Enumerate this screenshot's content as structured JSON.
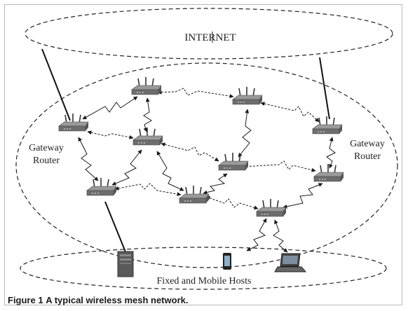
{
  "figure": {
    "number_label": "Figure 1",
    "caption": "A typical wireless mesh network."
  },
  "labels": {
    "internet": "INTERNET",
    "gateway_left_1": "Gateway",
    "gateway_left_2": "Router",
    "gateway_right_1": "Gateway",
    "gateway_right_2": "Router",
    "hosts": "Fixed and Mobile Hosts"
  },
  "icons": {
    "router": "wireless-router-icon",
    "server": "server-tower-icon",
    "phone": "mobile-phone-icon",
    "laptop": "laptop-icon"
  },
  "colors": {
    "line": "#1a1a1a",
    "router_body": "#6d6d6d",
    "router_top": "#9a9a9a"
  }
}
